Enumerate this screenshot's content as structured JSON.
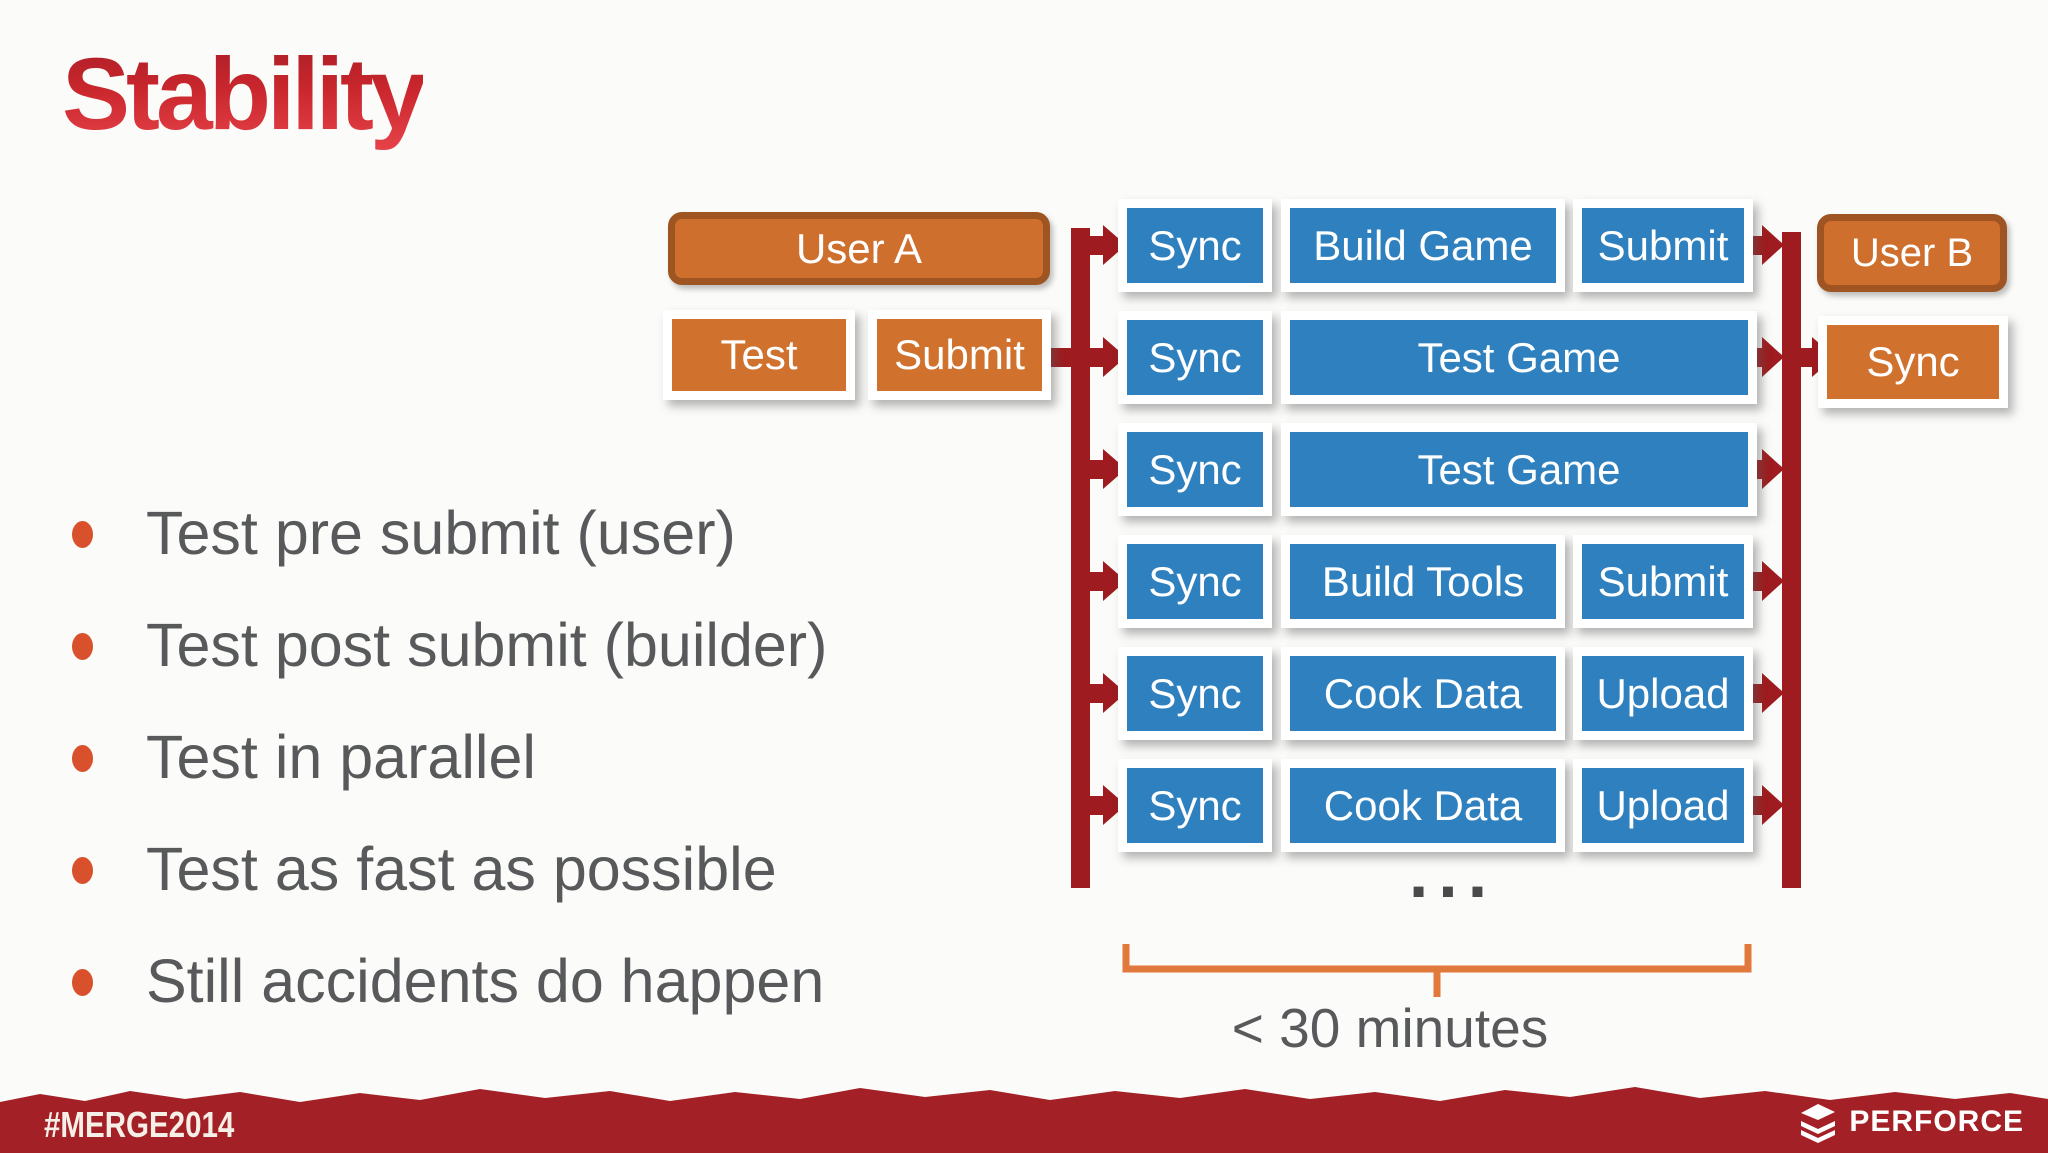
{
  "slide": {
    "title": "Stability"
  },
  "bullets": [
    "Test pre submit (user)",
    "Test post submit (builder)",
    "Test in parallel",
    "Test as fast as possible",
    "Still accidents do happen"
  ],
  "flow": {
    "user_a_label": "User A",
    "test_label": "Test",
    "submit_label": "Submit",
    "user_b_label": "User B",
    "user_b_sync_label": "Sync",
    "rows": [
      {
        "cells": [
          "Sync",
          "Build Game",
          "Submit"
        ]
      },
      {
        "cells": [
          "Sync",
          "Test Game"
        ]
      },
      {
        "cells": [
          "Sync",
          "Test Game"
        ]
      },
      {
        "cells": [
          "Sync",
          "Build Tools",
          "Submit"
        ]
      },
      {
        "cells": [
          "Sync",
          "Cook Data",
          "Upload"
        ]
      },
      {
        "cells": [
          "Sync",
          "Cook Data",
          "Upload"
        ]
      }
    ],
    "ellipsis": "...",
    "duration_label": "< 30 minutes"
  },
  "footer": {
    "hashtag": "#MERGE2014",
    "brand": "PERFORCE"
  },
  "colors": {
    "title_red": "#c9262d",
    "accent_blue": "#2e80be",
    "accent_orange": "#ce6f2e",
    "orange_border": "#9f5522",
    "dark_red": "#9e1b1f",
    "banner_red": "#a32126",
    "bracket_orange": "#e0793b",
    "text_gray": "#58595b",
    "bullet_dot": "#d8512c"
  }
}
